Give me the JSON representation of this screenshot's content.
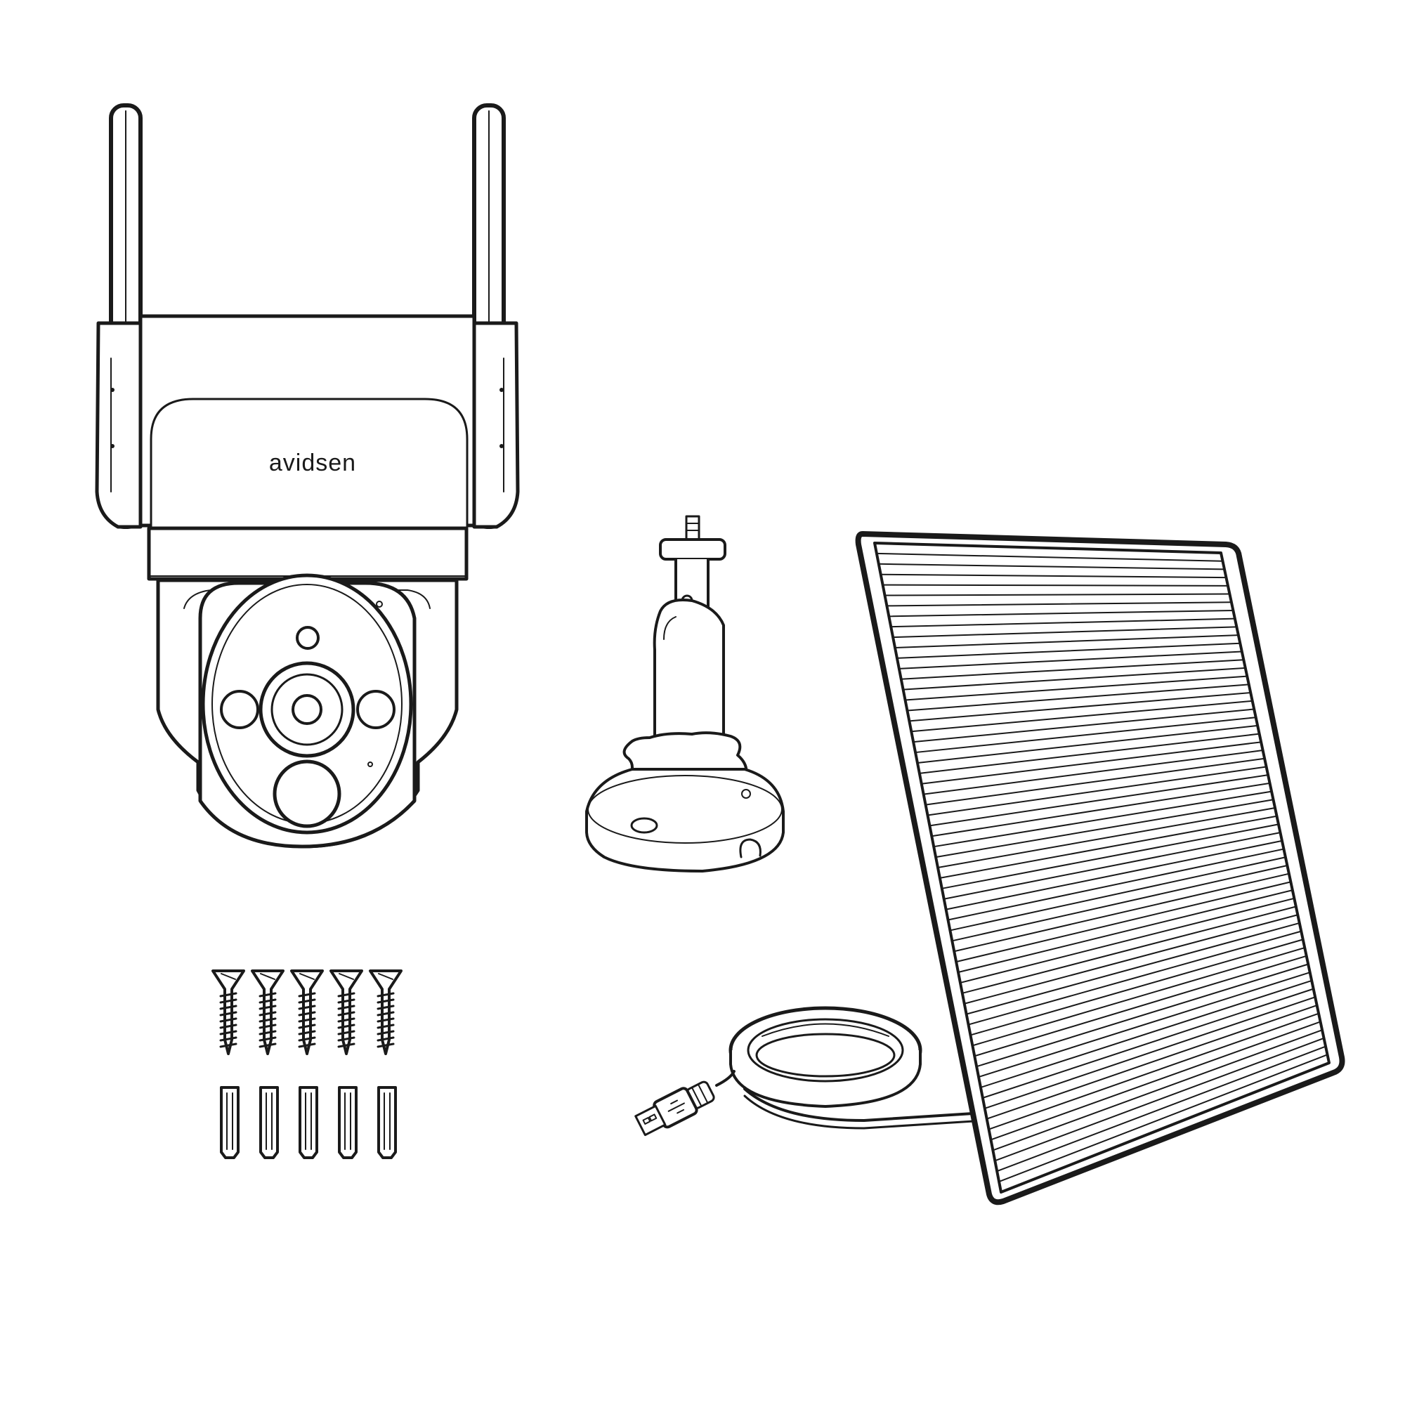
{
  "camera": {
    "brand": "avidsen"
  },
  "colors": {
    "line": "#1a1a1a",
    "background": "#ffffff"
  },
  "parts": {
    "screws": 5,
    "wall_plugs": 5
  }
}
